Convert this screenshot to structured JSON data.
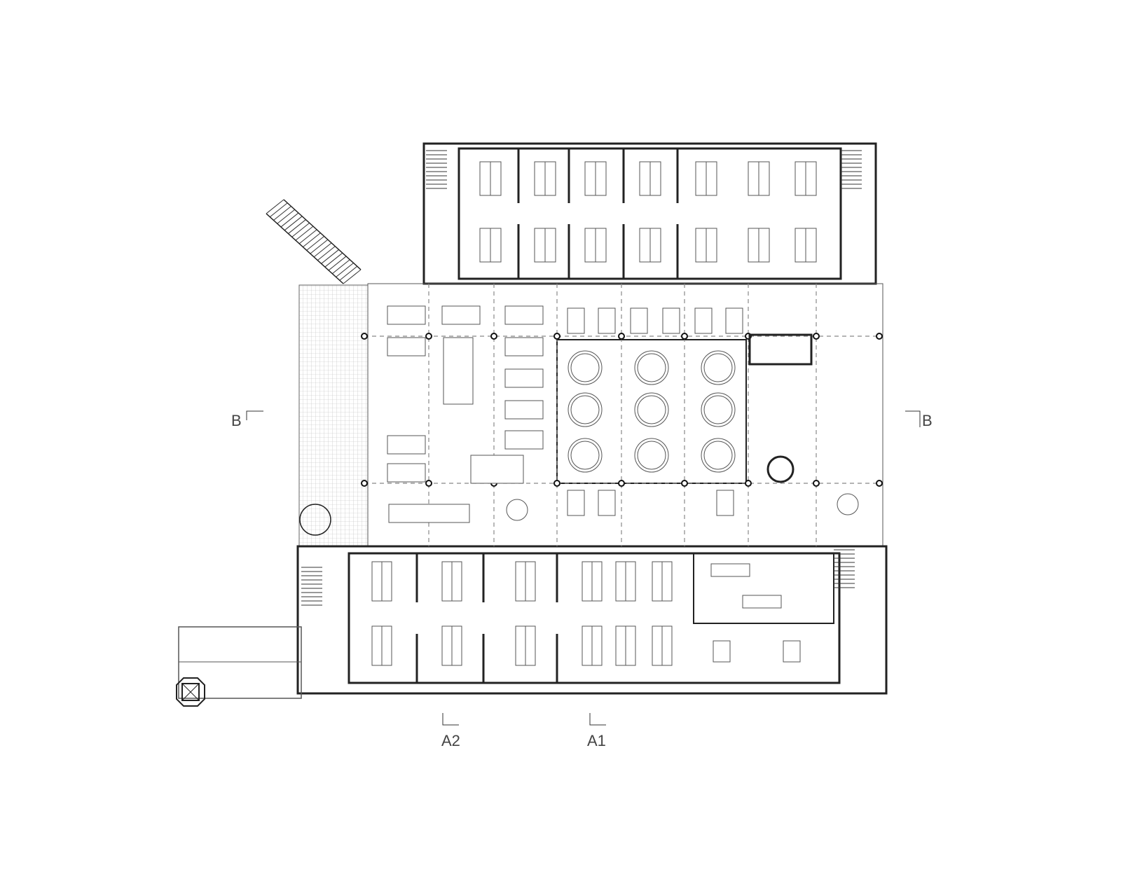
{
  "plan": {
    "section_labels": {
      "b_left": "B",
      "b_right": "B",
      "a2": "A2",
      "a1": "A1"
    },
    "colors": {
      "wall": "#222222",
      "furniture": "#555555",
      "grid": "#888888"
    }
  }
}
